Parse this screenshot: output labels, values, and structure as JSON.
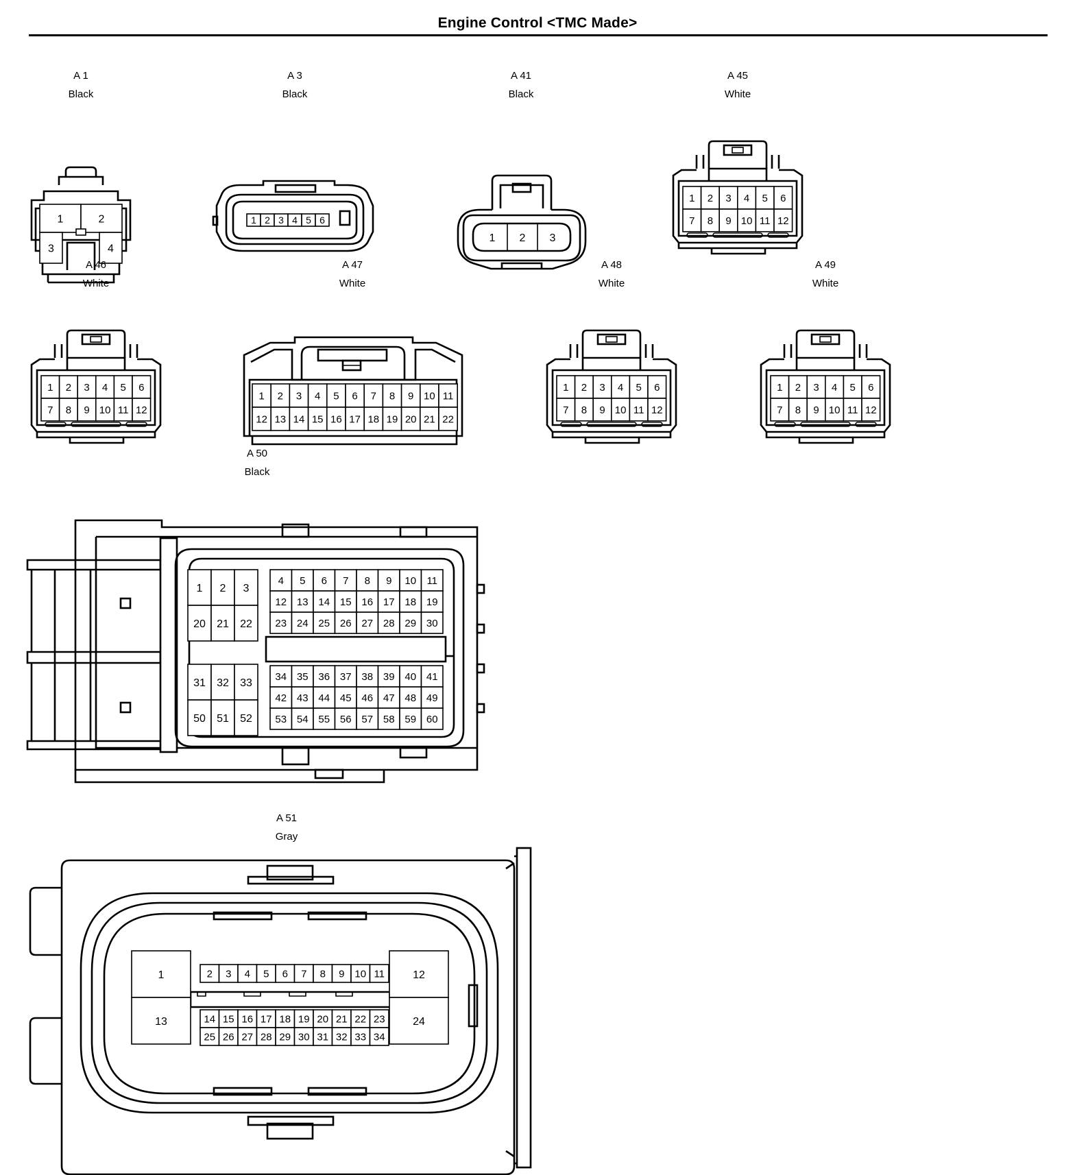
{
  "title": "Engine Control <TMC Made>",
  "connectors": {
    "a1": {
      "code": "A 1",
      "color": "Black",
      "pins": [
        "1",
        "2",
        "3",
        "4"
      ]
    },
    "a3": {
      "code": "A 3",
      "color": "Black",
      "pins": [
        "1",
        "2",
        "3",
        "4",
        "5",
        "6"
      ]
    },
    "a41": {
      "code": "A 41",
      "color": "Black",
      "pins": [
        "1",
        "2",
        "3"
      ]
    },
    "a45": {
      "code": "A 45",
      "color": "White",
      "pins": [
        "1",
        "2",
        "3",
        "4",
        "5",
        "6",
        "7",
        "8",
        "9",
        "10",
        "11",
        "12"
      ]
    },
    "a46": {
      "code": "A 46",
      "color": "White",
      "pins": [
        "1",
        "2",
        "3",
        "4",
        "5",
        "6",
        "7",
        "8",
        "9",
        "10",
        "11",
        "12"
      ]
    },
    "a47": {
      "code": "A 47",
      "color": "White",
      "pins": [
        "1",
        "2",
        "3",
        "4",
        "5",
        "6",
        "7",
        "8",
        "9",
        "10",
        "11",
        "12",
        "13",
        "14",
        "15",
        "16",
        "17",
        "18",
        "19",
        "20",
        "21",
        "22"
      ]
    },
    "a48": {
      "code": "A 48",
      "color": "White",
      "pins": [
        "1",
        "2",
        "3",
        "4",
        "5",
        "6",
        "7",
        "8",
        "9",
        "10",
        "11",
        "12"
      ]
    },
    "a49": {
      "code": "A 49",
      "color": "White",
      "pins": [
        "1",
        "2",
        "3",
        "4",
        "5",
        "6",
        "7",
        "8",
        "9",
        "10",
        "11",
        "12"
      ]
    },
    "a50": {
      "code": "A 50",
      "color": "Black",
      "pins": [
        "1",
        "2",
        "3",
        "4",
        "5",
        "6",
        "7",
        "8",
        "9",
        "10",
        "11",
        "12",
        "13",
        "14",
        "15",
        "16",
        "17",
        "18",
        "19",
        "20",
        "21",
        "22",
        "23",
        "24",
        "25",
        "26",
        "27",
        "28",
        "29",
        "30",
        "31",
        "32",
        "33",
        "34",
        "35",
        "36",
        "37",
        "38",
        "39",
        "40",
        "41",
        "42",
        "43",
        "44",
        "45",
        "46",
        "47",
        "48",
        "49",
        "50",
        "51",
        "52",
        "53",
        "54",
        "55",
        "56",
        "57",
        "58",
        "59",
        "60"
      ]
    },
    "a51": {
      "code": "A 51",
      "color": "Gray",
      "pins": [
        "1",
        "2",
        "3",
        "4",
        "5",
        "6",
        "7",
        "8",
        "9",
        "10",
        "11",
        "12",
        "13",
        "14",
        "15",
        "16",
        "17",
        "18",
        "19",
        "20",
        "21",
        "22",
        "23",
        "24",
        "25",
        "26",
        "27",
        "28",
        "29",
        "30",
        "31",
        "32",
        "33",
        "34"
      ]
    }
  }
}
